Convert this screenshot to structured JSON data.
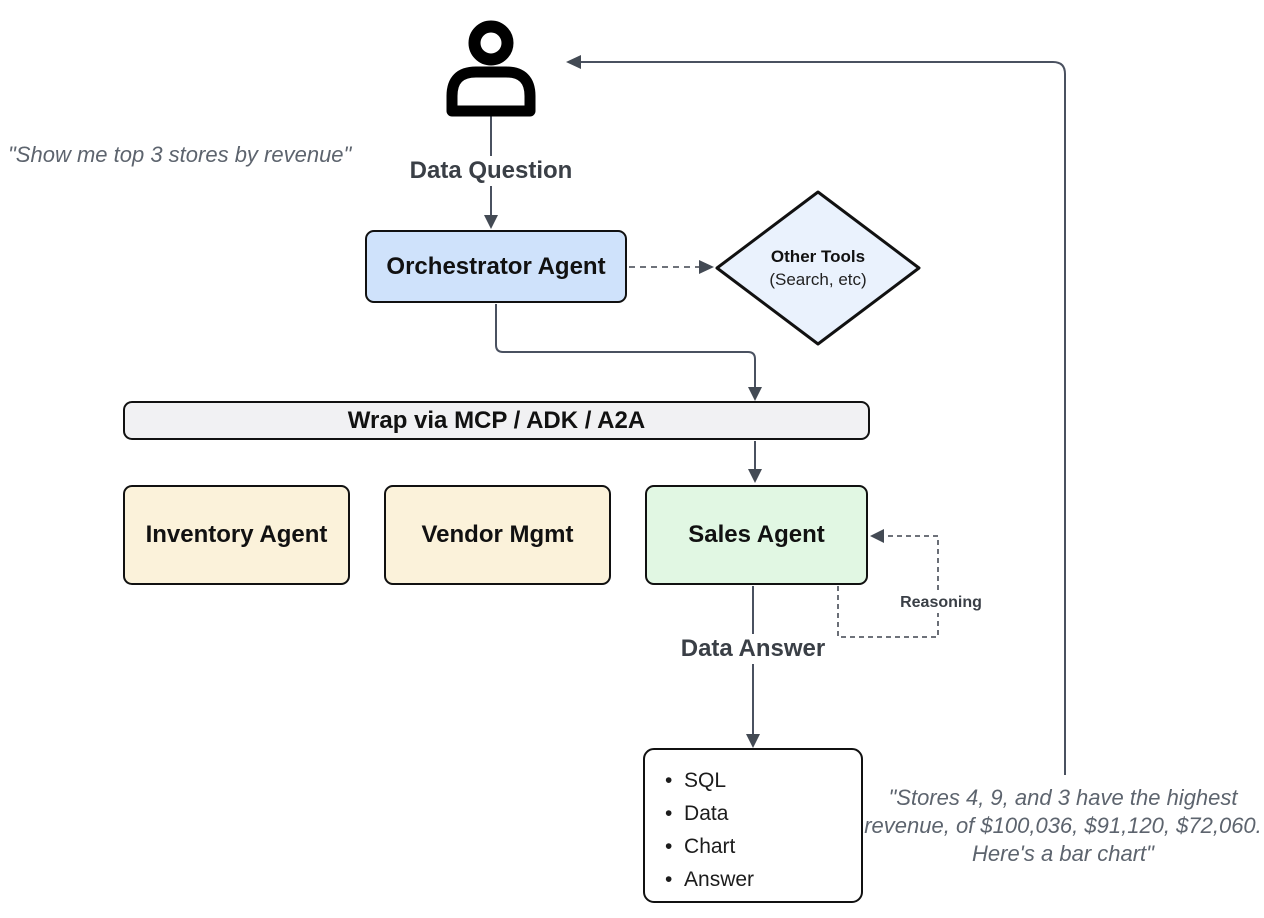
{
  "diagram": {
    "user_quote": "\"Show me top 3 stores by revenue\"",
    "data_question_label": "Data Question",
    "orchestrator_label": "Orchestrator Agent",
    "other_tools_title": "Other Tools",
    "other_tools_subtitle": "(Search, etc)",
    "wrap_bar_label": "Wrap via MCP / ADK / A2A",
    "agents": [
      {
        "label": "Inventory Agent"
      },
      {
        "label": "Vendor Mgmt"
      },
      {
        "label": "Sales Agent"
      }
    ],
    "reasoning_label": "Reasoning",
    "data_answer_label": "Data Answer",
    "output_items": [
      "SQL",
      "Data",
      "Chart",
      "Answer"
    ],
    "answer_quote_lines": [
      "\"Stores 4, 9, and 3 have the highest",
      "revenue, of $100,036, $91,120, $72,060.",
      "Here's a bar chart\""
    ]
  },
  "colors": {
    "orchestrator_fill": "#cfe2fb",
    "other_tools_fill": "#eaf2fd",
    "agent_yellow_fill": "#fbf2da",
    "agent_green_fill": "#e1f7e3",
    "wrap_bar_fill": "#f1f1f3",
    "output_fill": "#ffffff",
    "node_border": "#111111",
    "connector": "#4a5160",
    "arrowhead": "#434a54",
    "quote_text": "#5d646e",
    "label_text": "#3a3f46"
  }
}
